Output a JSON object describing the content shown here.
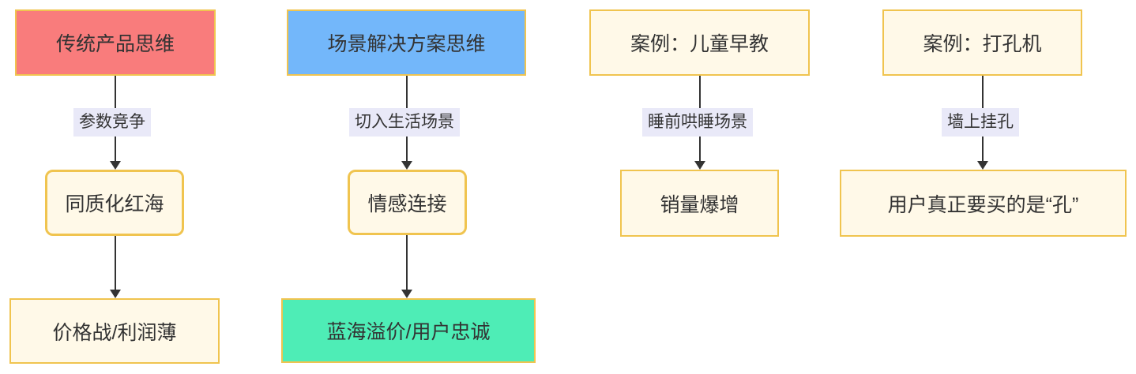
{
  "colors": {
    "canvas_bg": "#ffffff",
    "red_fill": "#f97c7c",
    "blue_fill": "#73b7fa",
    "green_fill": "#4eedb6",
    "cream_fill": "#fff9e8",
    "border_gold": "#f0c44f",
    "label_bg": "#e9e9f8",
    "text_color": "#333333",
    "arrow_color": "#333333"
  },
  "flows": [
    {
      "nodes": [
        {
          "label": "传统产品思维"
        },
        {
          "label": "同质化红海"
        },
        {
          "label": "价格战/利润薄"
        }
      ],
      "edge_labels": [
        "参数竞争"
      ]
    },
    {
      "nodes": [
        {
          "label": "场景解决方案思维"
        },
        {
          "label": "情感连接"
        },
        {
          "label": "蓝海溢价/用户忠诚"
        }
      ],
      "edge_labels": [
        "切入生活场景"
      ]
    },
    {
      "nodes": [
        {
          "label": "案例：儿童早教"
        },
        {
          "label": "销量爆增"
        }
      ],
      "edge_labels": [
        "睡前哄睡场景"
      ]
    },
    {
      "nodes": [
        {
          "label": "案例：打孔机"
        },
        {
          "label": "用户真正要买的是“孔”"
        }
      ],
      "edge_labels": [
        "墙上挂孔"
      ]
    }
  ]
}
